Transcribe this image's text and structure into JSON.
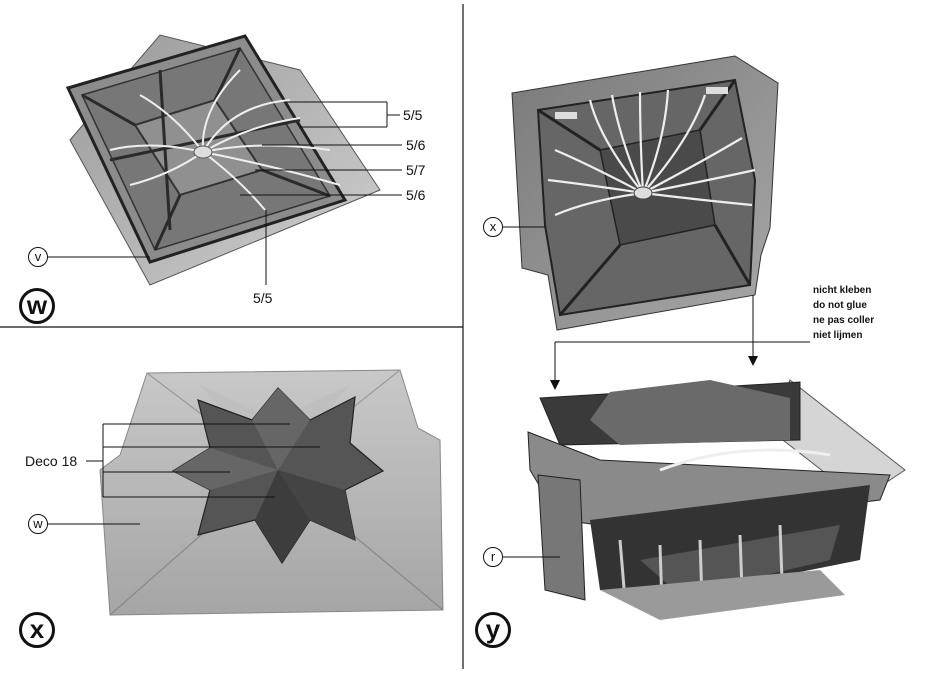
{
  "panels": {
    "w": {
      "badge": "w",
      "callout_v": "v",
      "labels": [
        "5/5",
        "5/6",
        "5/7",
        "5/6",
        "5/5"
      ]
    },
    "x": {
      "badge": "x",
      "deco_label": "Deco 18",
      "callout_w": "w"
    },
    "y": {
      "badge": "y",
      "callout_x": "x",
      "callout_r": "r",
      "note_lines": [
        "nicht kleben",
        "do not glue",
        "ne pas coller",
        "niet lijmen"
      ]
    }
  }
}
